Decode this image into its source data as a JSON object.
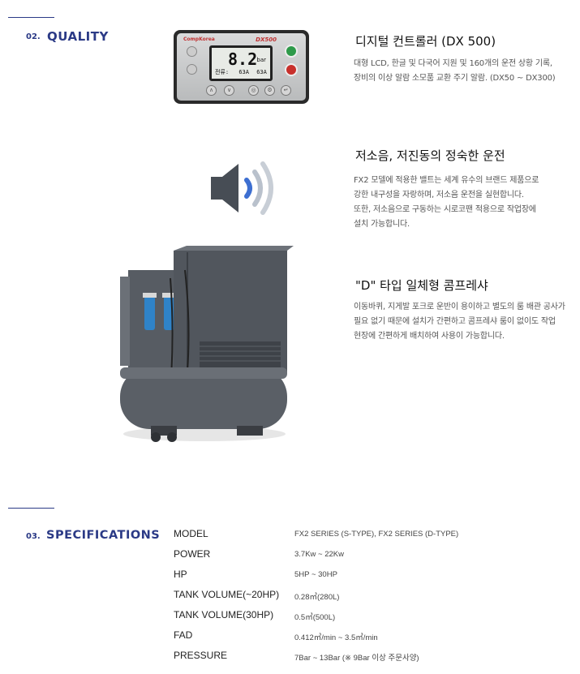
{
  "quality": {
    "number": "02.",
    "title": "QUALITY",
    "controller": {
      "brand": "CompKorea",
      "model": "DX500",
      "display_value": "8.2",
      "display_unit": "bar",
      "display_label": "전류:",
      "display_current1": "63A",
      "display_current2": "63A"
    },
    "features": [
      {
        "title": "디지털 컨트롤러 (DX 500)",
        "lines": [
          "대형 LCD, 한글 및 다국어 지원 및 160개의 운전 상황 기록,",
          "장비의 이상 알람 소모품 교환 주기 알람. (DX50 ~ DX300)"
        ]
      },
      {
        "title": "저소음, 저진동의 정숙한 운전",
        "lines": [
          "FX2 모델에 적용한 밸트는 세계 유수의 브랜드 제품으로",
          "강한 내구성을 자랑하며, 저소음 운전을 실현합니다.",
          "또한, 저소음으로 구동하는 시로코팬 적용으로 작업장에",
          "설치 가능합니다."
        ]
      },
      {
        "title": "\"D\" 타입 일체형 콤프레샤",
        "lines": [
          "이동바퀴, 지게발 포크로 운반이 용이하고 별도의 룸 배관 공사가",
          "필요 없기 때문에 설치가 간편하고 콤프레샤 룸이 없이도 작업",
          "현장에 간편하게 배치하여 사용이 가능합니다."
        ]
      }
    ],
    "speaker_icon": "speaker-icon",
    "colors": {
      "accent": "#2b3a86",
      "speaker_wave": "#3d6fd1",
      "body": "#4a4f55"
    }
  },
  "specifications": {
    "number": "03.",
    "title": "SPECIFICATIONS",
    "rows": [
      {
        "label": "MODEL",
        "value": "FX2 SERIES (S-TYPE), FX2 SERIES (D-TYPE)"
      },
      {
        "label": "POWER",
        "value": "3.7Kw ~ 22Kw"
      },
      {
        "label": "HP",
        "value": "5HP ~ 30HP"
      },
      {
        "label": "TANK VOLUME(~20HP)",
        "value": "0.28㎥(280L)"
      },
      {
        "label": "TANK VOLUME(30HP)",
        "value": "0.5㎥(500L)"
      },
      {
        "label": "FAD",
        "value": "0.412㎥/min ~ 3.5㎥/min"
      },
      {
        "label": "PRESSURE",
        "value": "7Bar ~ 13Bar (※ 9Bar 이상 주문사양)"
      }
    ]
  }
}
